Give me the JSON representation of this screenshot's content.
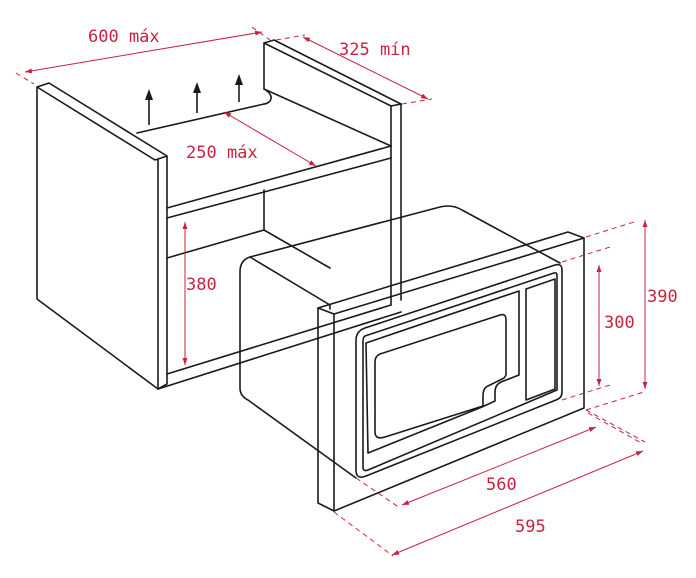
{
  "diagram": {
    "type": "technical-installation-drawing",
    "subject": "built-in microwave oven in cabinet niche",
    "dimension_color": "#c8233f",
    "line_color": "#1a1a1a",
    "dimensions": {
      "cabinet_width": {
        "value": "600 máx",
        "label": "600 máx"
      },
      "cabinet_depth": {
        "value": "325 mín",
        "label": "325 mín"
      },
      "shelf_depth": {
        "value": "250 máx",
        "label": "250 máx"
      },
      "niche_height": {
        "value": "380",
        "label": "380"
      },
      "appliance_height": {
        "value": "300",
        "label": "300"
      },
      "frame_height": {
        "value": "390",
        "label": "390"
      },
      "appliance_width": {
        "value": "560",
        "label": "560"
      },
      "frame_width": {
        "value": "595",
        "label": "595"
      }
    },
    "ventilation_arrows": 3
  }
}
